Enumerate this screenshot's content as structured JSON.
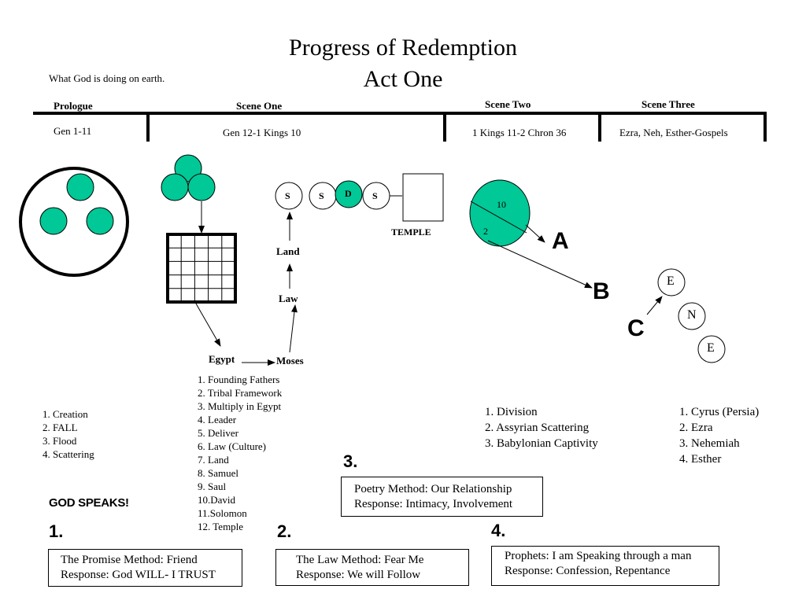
{
  "header": {
    "title": "Progress of Redemption",
    "subtitle": "Act One",
    "tagline": "What God is doing on earth."
  },
  "sections": [
    {
      "name": "Prologue",
      "ref": "Gen 1-11"
    },
    {
      "name": "Scene One",
      "ref": "Gen 12-1 Kings 10"
    },
    {
      "name": "Scene Two",
      "ref": "1 Kings 11-2 Chron 36"
    },
    {
      "name": "Scene Three",
      "ref": "Ezra, Neh, Esther-Gospels"
    }
  ],
  "diagram": {
    "accent_color": "#00c896",
    "chain": [
      "S",
      "S",
      "D",
      "S"
    ],
    "temple_label": "TEMPLE",
    "land_label": "Land",
    "law_label": "Law",
    "egypt_label": "Egypt",
    "moses_label": "Moses",
    "split_top": "10",
    "split_bottom": "2",
    "letter_a": "A",
    "letter_b": "B",
    "letter_c": "C",
    "ene": [
      "E",
      "N",
      "E"
    ]
  },
  "lists": {
    "prologue": [
      "1.  Creation",
      "2.  FALL",
      "3.  Flood",
      "4.  Scattering"
    ],
    "scene_one": [
      "1.  Founding Fathers",
      "2.  Tribal Framework",
      "3.  Multiply in Egypt",
      "4.  Leader",
      "5.  Deliver",
      "6.  Law (Culture)",
      "7.  Land",
      "8.  Samuel",
      "9.  Saul",
      "10.David",
      "11.Solomon",
      "12. Temple"
    ],
    "scene_two": [
      "1.  Division",
      "2.  Assyrian Scattering",
      "3.  Babylonian Captivity"
    ],
    "scene_three": [
      "1.  Cyrus (Persia)",
      "2.  Ezra",
      "3.  Nehemiah",
      "4.  Esther"
    ]
  },
  "god_speaks": "GOD SPEAKS!",
  "methods": [
    {
      "number": "1.",
      "line1": "The Promise  Method: Friend",
      "line2": "Response: God WILL- I TRUST"
    },
    {
      "number": "2.",
      "line1": "The Law  Method: Fear Me",
      "line2": "Response: We will Follow"
    },
    {
      "number": "3.",
      "line1": "Poetry Method: Our Relationship",
      "line2": "Response: Intimacy, Involvement"
    },
    {
      "number": "4.",
      "line1": "Prophets: I am Speaking through a man",
      "line2": "Response: Confession, Repentance"
    }
  ]
}
